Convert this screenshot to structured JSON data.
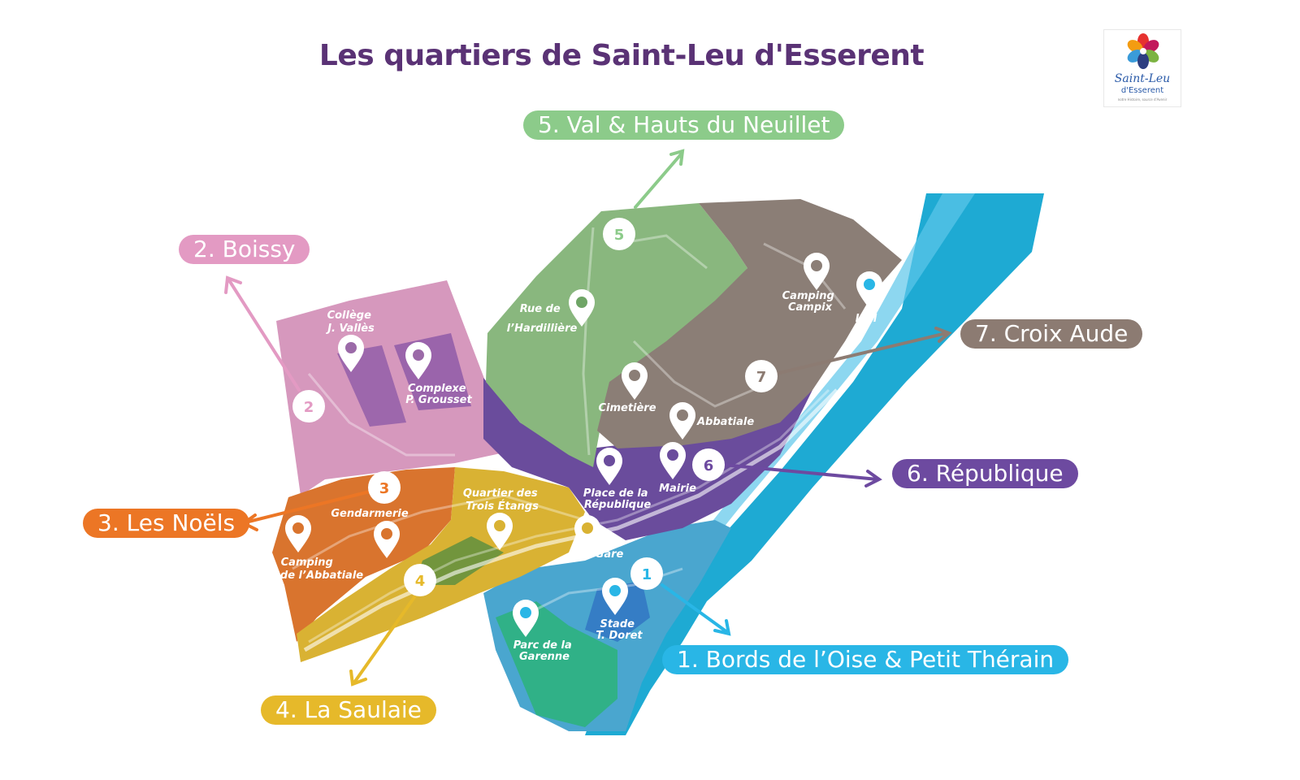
{
  "title": "Les quartiers de Saint-Leu d'Esserent",
  "logo": {
    "name": "Saint-Leu",
    "subname": "d'Esserent",
    "tagline": "notre Histoire, source d'Avenir"
  },
  "colors": {
    "title": "#5a3275",
    "bords_oise": "#29b6e6",
    "boissy": "#e39ac3",
    "noels": "#ec7625",
    "saulaie": "#e6b92a",
    "neuillet": "#8ccb8a",
    "republique": "#6d4aa0",
    "croix_aude": "#8c7b72",
    "river": "#1eaad3"
  },
  "districts": [
    {
      "number": "1",
      "label": "1. Bords de l’Oise & Petit Thérain",
      "color": "#29b6e6"
    },
    {
      "number": "2",
      "label": "2. Boissy",
      "color": "#e39ac3"
    },
    {
      "number": "3",
      "label": "3. Les Noëls",
      "color": "#ec7625"
    },
    {
      "number": "4",
      "label": "4. La Saulaie",
      "color": "#e6b92a"
    },
    {
      "number": "5",
      "label": "5. Val & Hauts du Neuillet",
      "color": "#8ccb8a"
    },
    {
      "number": "6",
      "label": "6. République",
      "color": "#6d4aa0"
    },
    {
      "number": "7",
      "label": "7. Croix Aude",
      "color": "#8c7b72"
    }
  ],
  "places": {
    "college": [
      "Collège",
      "J. Vallès"
    ],
    "complexe": [
      "Complexe",
      "P. Grousset"
    ],
    "rue_hardilliere": [
      "Rue de",
      "l’Hardillière"
    ],
    "camping_campix": [
      "Camping",
      "Campix"
    ],
    "lidl": [
      "Lidl"
    ],
    "cimetiere": [
      "Cimetière"
    ],
    "abbatiale": [
      "Abbatiale"
    ],
    "mairie": [
      "Mairie"
    ],
    "place_republique": [
      "Place de la",
      "République"
    ],
    "quartier_trois_etangs": [
      "Quartier des",
      "Trois Étangs"
    ],
    "gendarmerie": [
      "Gendarmerie"
    ],
    "camping_abbatiale": [
      "Camping",
      "de l’Abbatiale"
    ],
    "gare": [
      "Gare"
    ],
    "stade": [
      "Stade",
      "T. Doret"
    ],
    "parc_garenne": [
      "Parc de la",
      "Garenne"
    ]
  }
}
